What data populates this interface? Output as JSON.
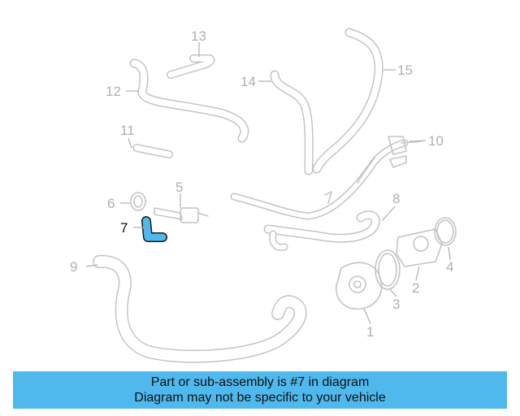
{
  "diagram": {
    "callouts": [
      {
        "id": "1",
        "label": "1"
      },
      {
        "id": "2",
        "label": "2"
      },
      {
        "id": "3",
        "label": "3"
      },
      {
        "id": "4",
        "label": "4"
      },
      {
        "id": "5",
        "label": "5"
      },
      {
        "id": "6",
        "label": "6"
      },
      {
        "id": "7",
        "label": "7"
      },
      {
        "id": "8",
        "label": "8"
      },
      {
        "id": "9",
        "label": "9"
      },
      {
        "id": "10",
        "label": "10"
      },
      {
        "id": "11",
        "label": "11"
      },
      {
        "id": "12",
        "label": "12"
      },
      {
        "id": "13",
        "label": "13"
      },
      {
        "id": "14",
        "label": "14"
      },
      {
        "id": "15",
        "label": "15"
      }
    ],
    "highlighted_part": "7",
    "colors": {
      "highlight": "#4fb8ec",
      "lines": "#c4c4c4",
      "labels": "#b0b0b0"
    }
  },
  "banner": {
    "line1": "Part or sub-assembly is #7 in diagram",
    "line2": "Diagram may not be specific to your vehicle"
  }
}
